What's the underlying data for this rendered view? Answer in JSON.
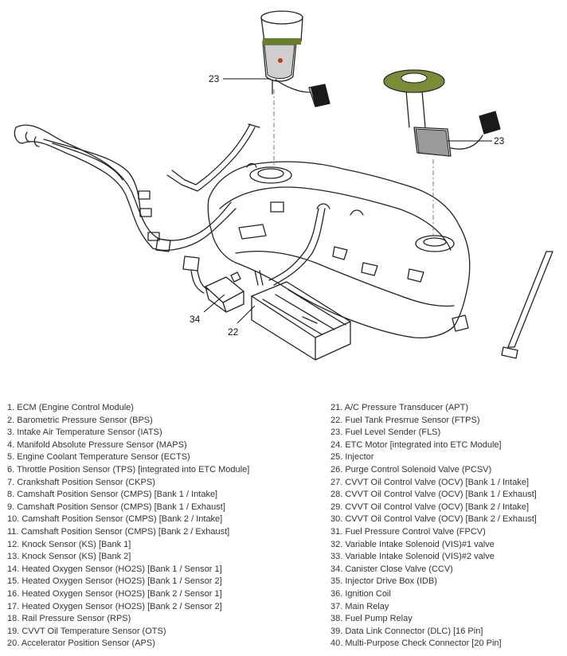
{
  "callouts": {
    "pump_top": "23",
    "pump_right": "23",
    "ccv": "34",
    "ftps": "22"
  },
  "legend": {
    "left": [
      "1. ECM (Engine Control Module)",
      "2. Barometric Pressure Sensor (BPS)",
      "3. Intake Air Temperature Sensor (IATS)",
      "4. Manifold Absolute Pressure Sensor (MAPS)",
      "5. Engine Coolant Temperature Sensor (ECTS)",
      "6. Throttle Position Sensor (TPS) [integrated into ETC Module]",
      "7. Crankshaft Position Sensor (CKPS)",
      "8. Camshaft Position Sensor (CMPS) [Bank 1 / Intake]",
      "9. Camshaft Position Sensor (CMPS) [Bank 1 / Exhaust]",
      "10. Camshaft Position Sensor (CMPS) [Bank 2 / Intake]",
      "11. Camshaft Position Sensor (CMPS) [Bank 2 / Exhaust]",
      "12. Knock Sensor (KS) [Bank 1]",
      "13. Knock Sensor (KS) [Bank 2]",
      "14. Heated Oxygen Sensor (HO2S) [Bank 1 / Sensor 1]",
      "15. Heated Oxygen Sensor (HO2S) [Bank 1 / Sensor 2]",
      "16. Heated Oxygen Sensor (HO2S) [Bank 2 / Sensor 1]",
      "17. Heated Oxygen Sensor (HO2S) [Bank 2 / Sensor 2]",
      "18. Rail Pressure Sensor (RPS)",
      "19. CVVT Oil Temperature Sensor (OTS)",
      "20. Accelerator Position Sensor (APS)"
    ],
    "right": [
      "21. A/C Pressure Transducer (APT)",
      "22. Fuel Tank Presrrue Sensor (FTPS)",
      "23. Fuel Level Sender (FLS)",
      "24. ETC Motor [integrated into ETC Module]",
      "25. Injector",
      "26. Purge Control Solenoid Valve (PCSV)",
      "27. CVVT Oil Control Valve (OCV) [Bank 1 / Intake]",
      "28. CVVT Oil Control Valve (OCV) [Bank 1 / Exhaust]",
      "29. CVVT Oil Control Valve (OCV) [Bank 2 / Intake]",
      "30. CVVT Oil Control Valve (OCV) [Bank 2 / Exhaust]",
      "31. Fuel Pressure Control Valve (FPCV)",
      "32. Variable Intake Solenoid (VIS)#1 valve",
      "33. Variable Intake Solenoid (VIS)#2 valve",
      "34. Canister Close Valve (CCV)",
      "35. Injector Drive Box (IDB)",
      "36. Ignition Coil",
      "37. Main Relay",
      "38. Fuel Pump Relay",
      "39. Data Link Connector (DLC) [16 Pin]",
      "40. Multi-Purpose Check Connector [20 Pin]"
    ]
  }
}
